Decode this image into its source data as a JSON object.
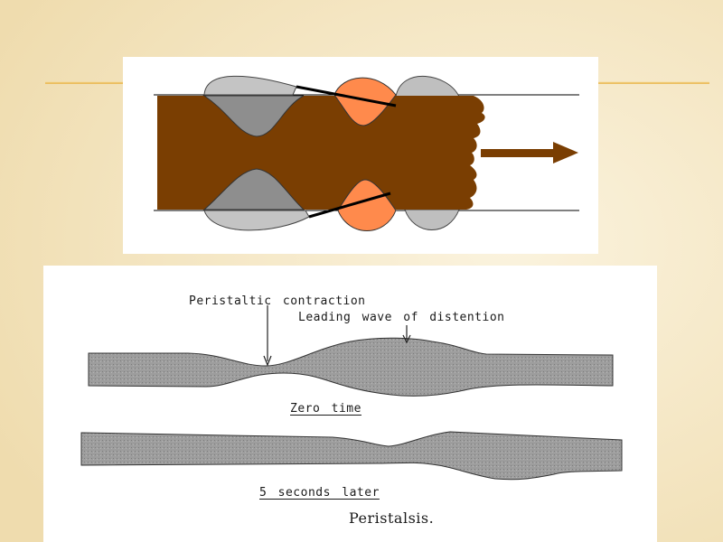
{
  "slide": {
    "colors": {
      "background": "#f4e8c6",
      "accent_line": "#e9b548"
    }
  },
  "top_diagram": {
    "colors": {
      "bolus": "#7a3e02",
      "contraction_gray": "#8e8e8e",
      "distention_gray": "#bfbfbf",
      "active_orange": "#ff8a4c",
      "wall": "#000000"
    }
  },
  "bottom_diagram": {
    "labels": {
      "peristaltic_contraction": "Peristaltic contraction",
      "leading_wave": "Leading wave of distention",
      "zero_time": "Zero time",
      "five_seconds": "5 seconds later"
    },
    "caption": "Peristalsis."
  }
}
